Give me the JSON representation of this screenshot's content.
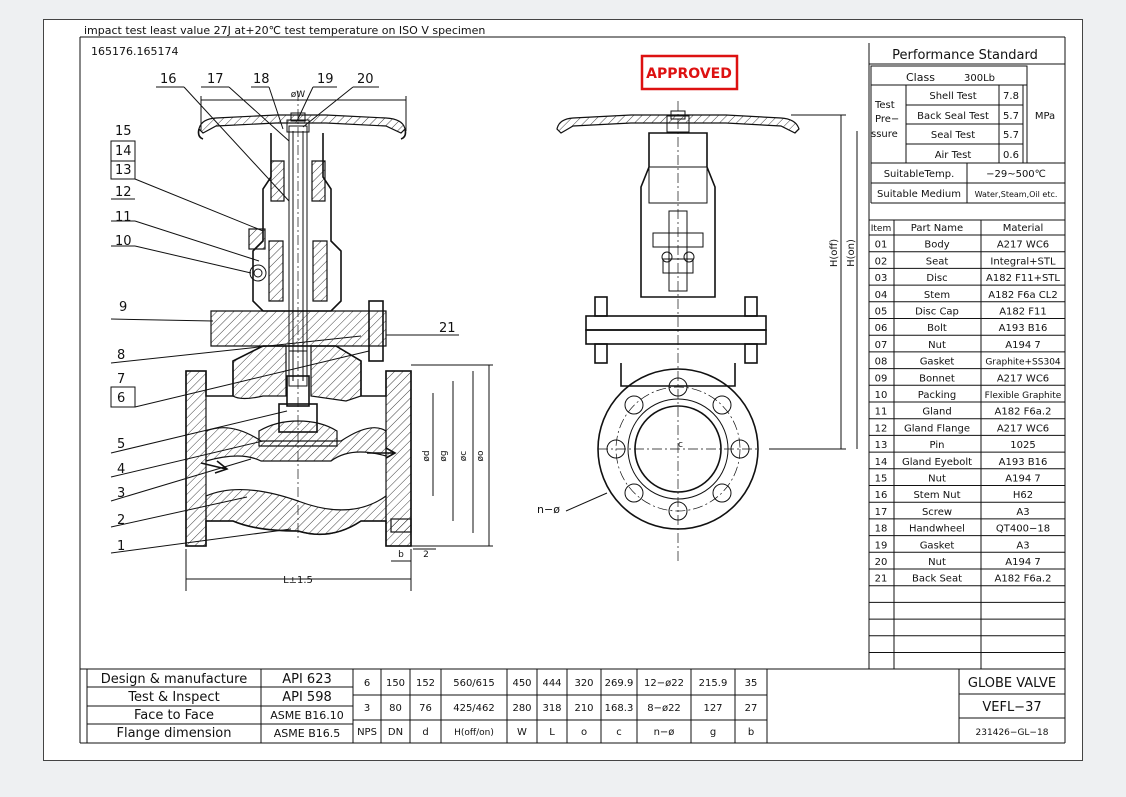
{
  "header": {
    "note": "impact test least value   27J at+20℃ test temperature on ISO V specimen",
    "ref": "165176.165174",
    "stamp": "APPROVED"
  },
  "drawing": {
    "balloons": [
      "1",
      "2",
      "3",
      "4",
      "5",
      "6",
      "7",
      "8",
      "9",
      "10",
      "11",
      "12",
      "13",
      "14",
      "15",
      "16",
      "17",
      "18",
      "19",
      "20",
      "21"
    ],
    "dims": {
      "phi_w": "øW",
      "l": "L±1.5",
      "b": "b",
      "two": "2",
      "d": "ød",
      "g": "øg",
      "c": "øc",
      "o": "øo",
      "n": "n−ø",
      "c_small": "c",
      "h_off": "H(off)",
      "h_on": "H(on)"
    }
  },
  "performance": {
    "title": "Performance Standard",
    "class_label": "Class",
    "class_value": "300Lb",
    "test_pressure_label_1": "Test",
    "test_pressure_label_2": "Pre−",
    "test_pressure_label_3": "ssure",
    "tests": [
      {
        "name": "Shell Test",
        "value": "7.8"
      },
      {
        "name": "Back Seal Test",
        "value": "5.7"
      },
      {
        "name": "Seal Test",
        "value": "5.7"
      },
      {
        "name": "Air Test",
        "value": "0.6"
      }
    ],
    "unit": "MPa",
    "temp_label": "SuitableTemp.",
    "temp_value": "−29~500℃",
    "medium_label": "Suitable Medium",
    "medium_value": "Water,Steam,Oil etc."
  },
  "parts": {
    "headers": [
      "Item",
      "Part Name",
      "Material"
    ],
    "rows": [
      {
        "item": "01",
        "name": "Body",
        "material": "A217 WC6"
      },
      {
        "item": "02",
        "name": "Seat",
        "material": "Integral+STL"
      },
      {
        "item": "03",
        "name": "Disc",
        "material": "A182 F11+STL"
      },
      {
        "item": "04",
        "name": "Stem",
        "material": "A182 F6a CL2"
      },
      {
        "item": "05",
        "name": "Disc Cap",
        "material": "A182 F11"
      },
      {
        "item": "06",
        "name": "Bolt",
        "material": "A193 B16"
      },
      {
        "item": "07",
        "name": "Nut",
        "material": "A194 7"
      },
      {
        "item": "08",
        "name": "Gasket",
        "material": "Graphite+SS304"
      },
      {
        "item": "09",
        "name": "Bonnet",
        "material": "A217 WC6"
      },
      {
        "item": "10",
        "name": "Packing",
        "material": "Flexible Graphite"
      },
      {
        "item": "11",
        "name": "Gland",
        "material": "A182 F6a.2"
      },
      {
        "item": "12",
        "name": "Gland Flange",
        "material": "A217 WC6"
      },
      {
        "item": "13",
        "name": "Pin",
        "material": "1025"
      },
      {
        "item": "14",
        "name": "Gland Eyebolt",
        "material": "A193 B16"
      },
      {
        "item": "15",
        "name": "Nut",
        "material": "A194 7"
      },
      {
        "item": "16",
        "name": "Stem Nut",
        "material": "H62"
      },
      {
        "item": "17",
        "name": "Screw",
        "material": "A3"
      },
      {
        "item": "18",
        "name": "Handwheel",
        "material": "QT400−18"
      },
      {
        "item": "19",
        "name": "Gasket",
        "material": "A3"
      },
      {
        "item": "20",
        "name": "Nut",
        "material": "A194 7"
      },
      {
        "item": "21",
        "name": "Back Seat",
        "material": "A182 F6a.2"
      }
    ]
  },
  "standards": [
    {
      "label": "Design & manufacture",
      "value": "API 623"
    },
    {
      "label": "Test & Inspect",
      "value": "API 598"
    },
    {
      "label": "Face to Face",
      "value": "ASME B16.10"
    },
    {
      "label": "Flange dimension",
      "value": "ASME B16.5"
    }
  ],
  "dimensions": {
    "rows": [
      [
        "6",
        "150",
        "152",
        "560/615",
        "450",
        "444",
        "320",
        "269.9",
        "12−ø22",
        "215.9",
        "35"
      ],
      [
        "3",
        "80",
        "76",
        "425/462",
        "280",
        "318",
        "210",
        "168.3",
        "8−ø22",
        "127",
        "27"
      ]
    ],
    "headers": [
      "NPS",
      "DN",
      "d",
      "H(off/on)",
      "W",
      "L",
      "o",
      "c",
      "n−ø",
      "g",
      "b"
    ]
  },
  "title_block": {
    "name": "GLOBE VALVE",
    "code": "VEFL−37",
    "number": "231426−GL−18"
  }
}
